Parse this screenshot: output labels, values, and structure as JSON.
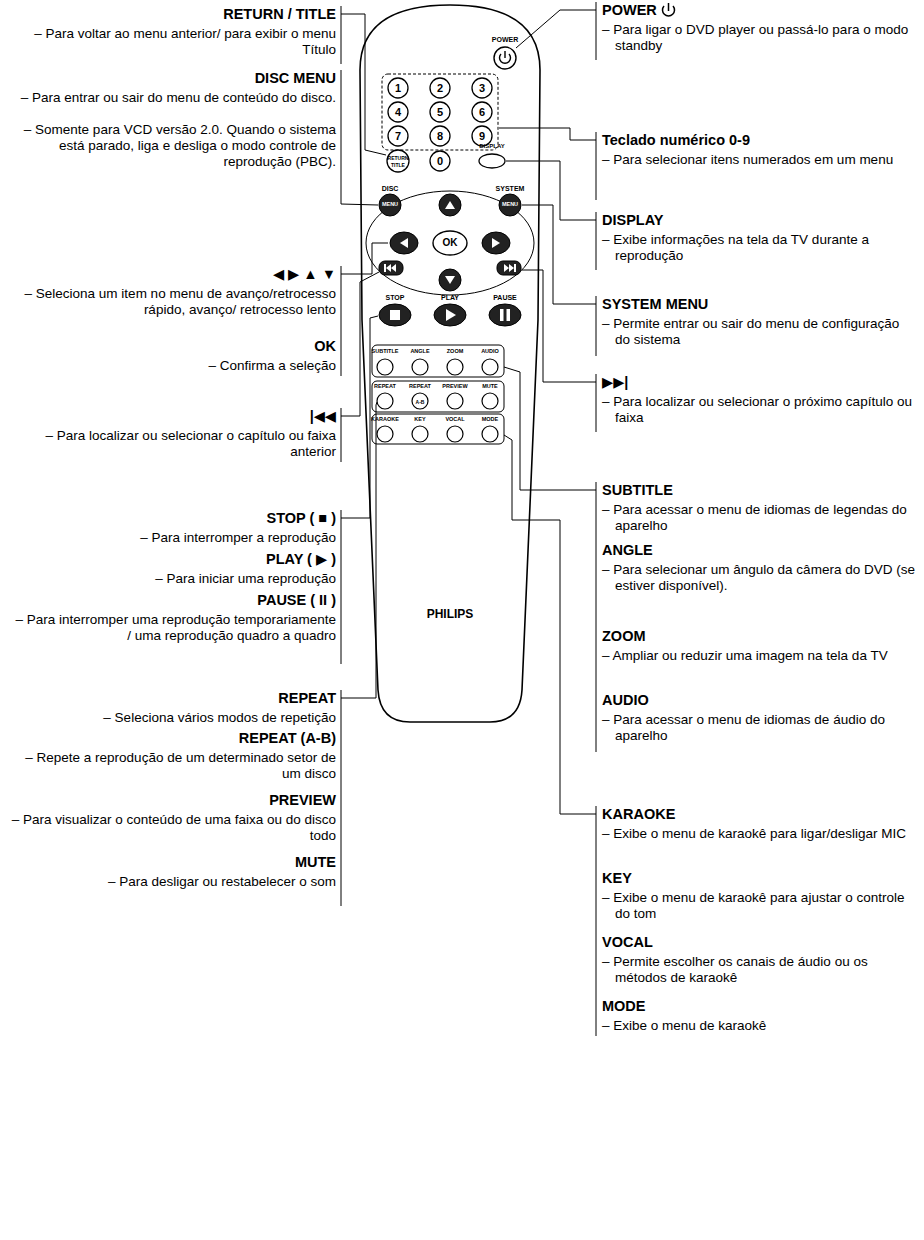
{
  "diagram": {
    "labels": [
      "RETURN / TITLE",
      "– Para voltar ao menu anterior/ para exibir o menu Título",
      "DISC MENU",
      "– Para entrar ou sair do menu de conteúdo do disco.",
      "– Somente para VCD versão 2.0. Quando o sistema está parado, liga e desliga o modo controle de reprodução (PBC).",
      "◀ ▶ ▲ ▼",
      "– Seleciona um item no menu de avanço/retrocesso rápido, avanço/ retrocesso lento",
      "OK",
      "– Confirma a seleção",
      "|◀◀",
      "– Para localizar ou selecionar o capítulo ou faixa anterior",
      "STOP ( ■ )",
      "– Para interromper a reprodução",
      "PLAY ( ▶ )",
      "– Para iniciar uma reprodução",
      "PAUSE ( II )",
      "– Para interromper uma reprodução temporariamente / uma reprodução quadro a quadro",
      "REPEAT",
      "– Seleciona vários modos de repetição",
      "REPEAT (A-B)",
      "– Repete a reprodução de um determinado setor de um disco",
      "PREVIEW",
      "– Para visualizar o conteúdo de uma faixa ou do disco todo",
      "MUTE",
      "– Para desligar ou restabelecer o som",
      "POWER",
      "– Para ligar o DVD player ou passá-lo para o modo standby",
      "Teclado numérico 0-9",
      "– Para selecionar itens numerados em um menu",
      "DISPLAY",
      "– Exibe informações na tela da TV durante a reprodução",
      "SYSTEM MENU",
      "– Permite entrar ou sair do menu de configuração do sistema",
      "▶▶|",
      "– Para localizar ou selecionar o próximo capítulo ou faixa",
      "SUBTITLE",
      "– Para acessar o menu de idiomas de legendas do aparelho",
      "ANGLE",
      "– Para selecionar um ângulo da câmera do DVD (se estiver disponível).",
      "ZOOM",
      "– Ampliar ou reduzir uma imagem na tela da TV",
      "AUDIO",
      "– Para acessar o menu de idiomas de áudio do aparelho",
      "KARAOKE",
      "– Exibe o menu de karaokê para ligar/desligar MIC",
      "KEY",
      "– Exibe o menu de karaokê para ajustar o controle do tom",
      "VOCAL",
      "– Permite escolher os canais de áudio ou os métodos de karaokê",
      "MODE",
      "– Exibe o menu de karaokê",
      "POWER",
      "1",
      "2",
      "3",
      "4",
      "5",
      "6",
      "7",
      "8",
      "9",
      "0",
      "RETURN",
      "TITLE",
      "DISPLAY",
      "DISC",
      "MENU",
      "SYSTEM",
      "MENU",
      "OK",
      "STOP",
      "PLAY",
      "PAUSE",
      "SUBTITLE",
      "ANGLE",
      "ZOOM",
      "AUDIO",
      "REPEAT",
      "REPEAT",
      "PREVIEW",
      "MUTE",
      "A-B",
      "KARAOKE",
      "KEY",
      "VOCAL",
      "MODE",
      "PHILIPS"
    ]
  }
}
